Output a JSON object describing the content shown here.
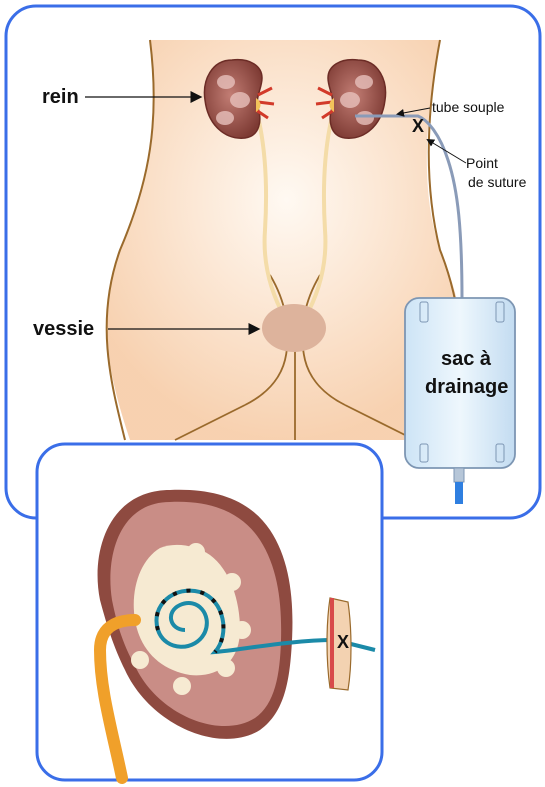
{
  "labels": {
    "kidney": "rein",
    "bladder": "vessie",
    "soft_tube": "tube souple",
    "suture_point_line1": "Point",
    "suture_point_line2": "de suture",
    "bag_line1": "sac à",
    "bag_line2": "drainage",
    "suture_mark_top": "X",
    "suture_mark_inset": "X"
  },
  "colors": {
    "frame": "#3a6ee8",
    "skin": "#fbe3cc",
    "body_outline": "#9a6a2c",
    "kidney": "#8e4a40",
    "kidney_light": "#c98d86",
    "ureter": "#f4dca8",
    "bladder": "#ddb39c",
    "tube": "#8a9bb8",
    "bag": "#dceefa",
    "nephrostomy_tube": "#1b8aa8",
    "ureter_inset": "#f0a02a"
  }
}
